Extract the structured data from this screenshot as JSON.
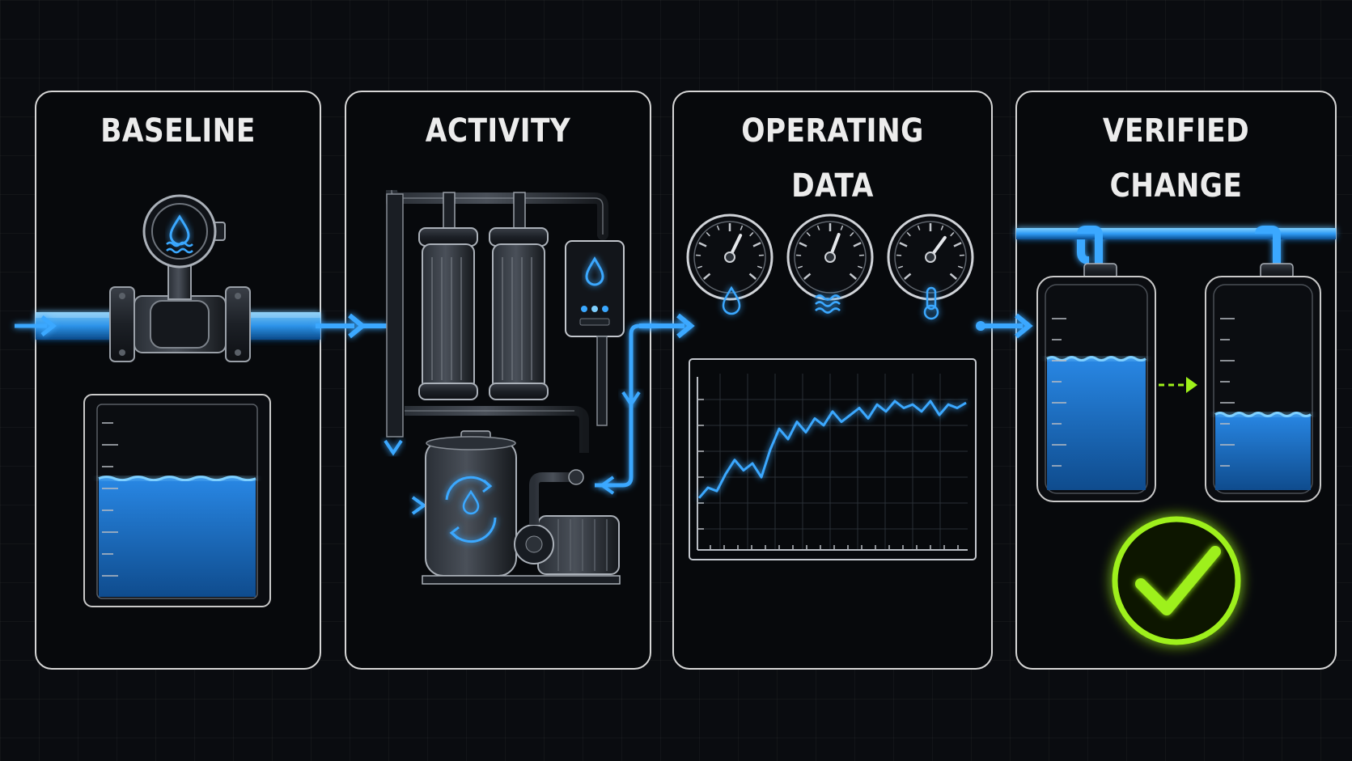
{
  "panels": [
    {
      "title": "BASELINE"
    },
    {
      "title": "ACTIVITY"
    },
    {
      "title": "OPERATING DATA"
    },
    {
      "title": "VERIFIED CHANGE"
    }
  ],
  "colors": {
    "background": "#0a0c10",
    "panel_border": "#d6d6d6",
    "water_blue": "#1e7fd6",
    "flow_cyan": "#3aa8ff",
    "check_green": "#9ef01a"
  },
  "icons": [
    "flow-meter-icon",
    "water-drop-icon",
    "waves-icon",
    "thermometer-icon",
    "pressure-gauge-icon",
    "recycle-arrows-icon",
    "checkmark-icon"
  ],
  "baseline": {
    "tank_level": 0.62
  },
  "verified_change": {
    "tank_before_level": 0.66,
    "tank_after_level": 0.38
  },
  "operating_data": {
    "gauge_needle_positions": [
      0.6,
      0.58,
      0.64
    ],
    "trend_series": [
      0.3,
      0.36,
      0.34,
      0.44,
      0.52,
      0.46,
      0.5,
      0.42,
      0.58,
      0.7,
      0.64,
      0.74,
      0.68,
      0.76,
      0.72,
      0.8,
      0.74,
      0.78,
      0.82,
      0.76,
      0.84,
      0.8,
      0.86,
      0.82,
      0.84,
      0.8,
      0.86,
      0.78,
      0.84,
      0.82,
      0.85
    ]
  }
}
